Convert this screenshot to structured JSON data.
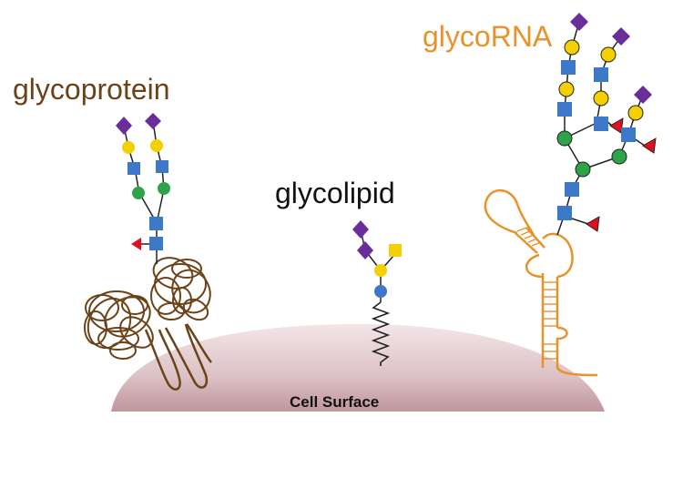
{
  "labels": {
    "glycoprotein": "glycoprotein",
    "glycolipid": "glycolipid",
    "glycorna": "glycoRNA",
    "cell_surface": "Cell Surface"
  },
  "colors": {
    "glycoprotein": "#6b4319",
    "glycorna": "#e8922a",
    "sialic_acid": "#6a2e9a",
    "galactose": "#f5d000",
    "glcnac": "#3e78c8",
    "mannose": "#2ea34a",
    "fucose": "#e0101e",
    "galnac": "#f5d000",
    "glucose": "#3e78c8",
    "membrane_top": "#f2e4e6",
    "membrane_bottom": "#b98e94"
  },
  "legend_icons": [
    "purple-diamond-icon",
    "yellow-circle-icon",
    "blue-square-icon",
    "green-circle-icon",
    "red-triangle-icon",
    "yellow-square-icon"
  ]
}
